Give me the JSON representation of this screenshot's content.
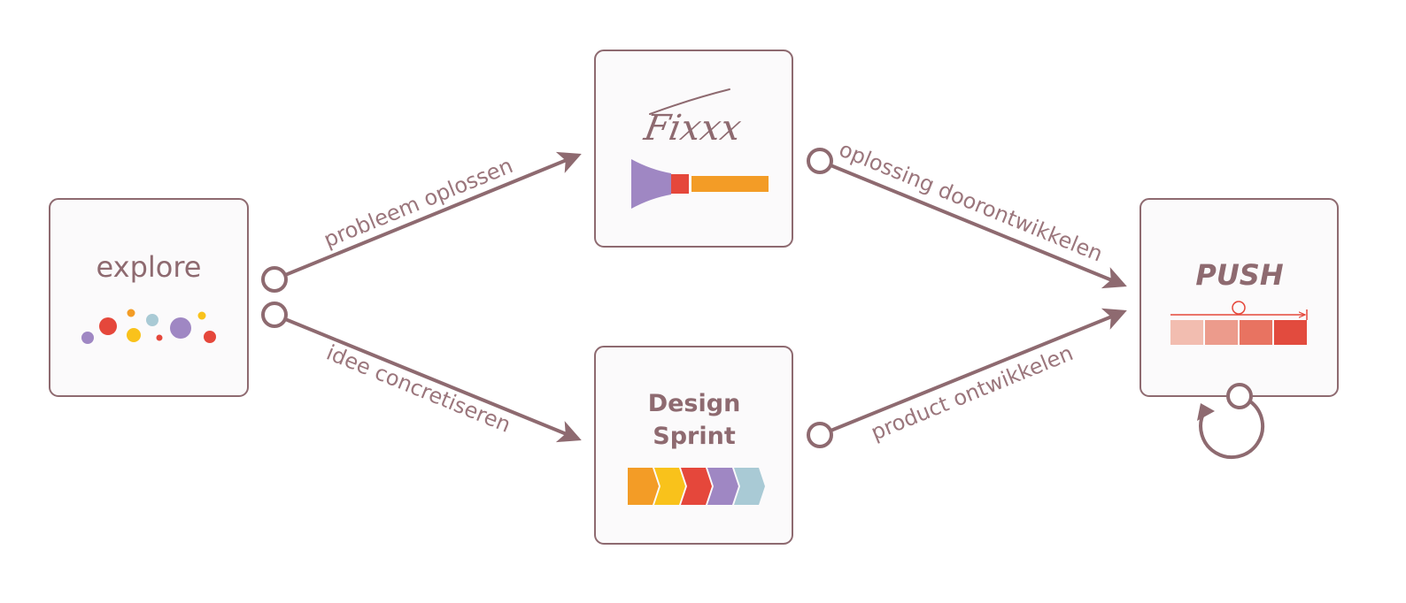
{
  "diagram": {
    "nodes": {
      "explore": {
        "label": "explore"
      },
      "fixxx": {
        "label": "Fixxx"
      },
      "design_sprint": {
        "line1": "Design",
        "line2": "Sprint"
      },
      "push": {
        "label": "PUSH"
      }
    },
    "edges": {
      "probleem_oplossen": "probleem oplossen",
      "idee_concretiseren": "idee concretiseren",
      "oplossing_doorontwikkelen": "oplossing doorontwikkelen",
      "product_ontwikkelen": "product ontwikkelen"
    }
  },
  "colors": {
    "outline": "#8e6a70",
    "label": "#9b767c",
    "red": "#e5473b",
    "orange": "#f39c26",
    "yellow": "#f9c21b",
    "purple": "#9f87c3",
    "light_blue": "#a9cad5",
    "salmon": "#f2bdb0"
  },
  "icons": [
    "dots-icon",
    "funnel-bar-icon",
    "chevron-steps-icon",
    "iteration-bar-icon",
    "loop-arrow-icon"
  ]
}
